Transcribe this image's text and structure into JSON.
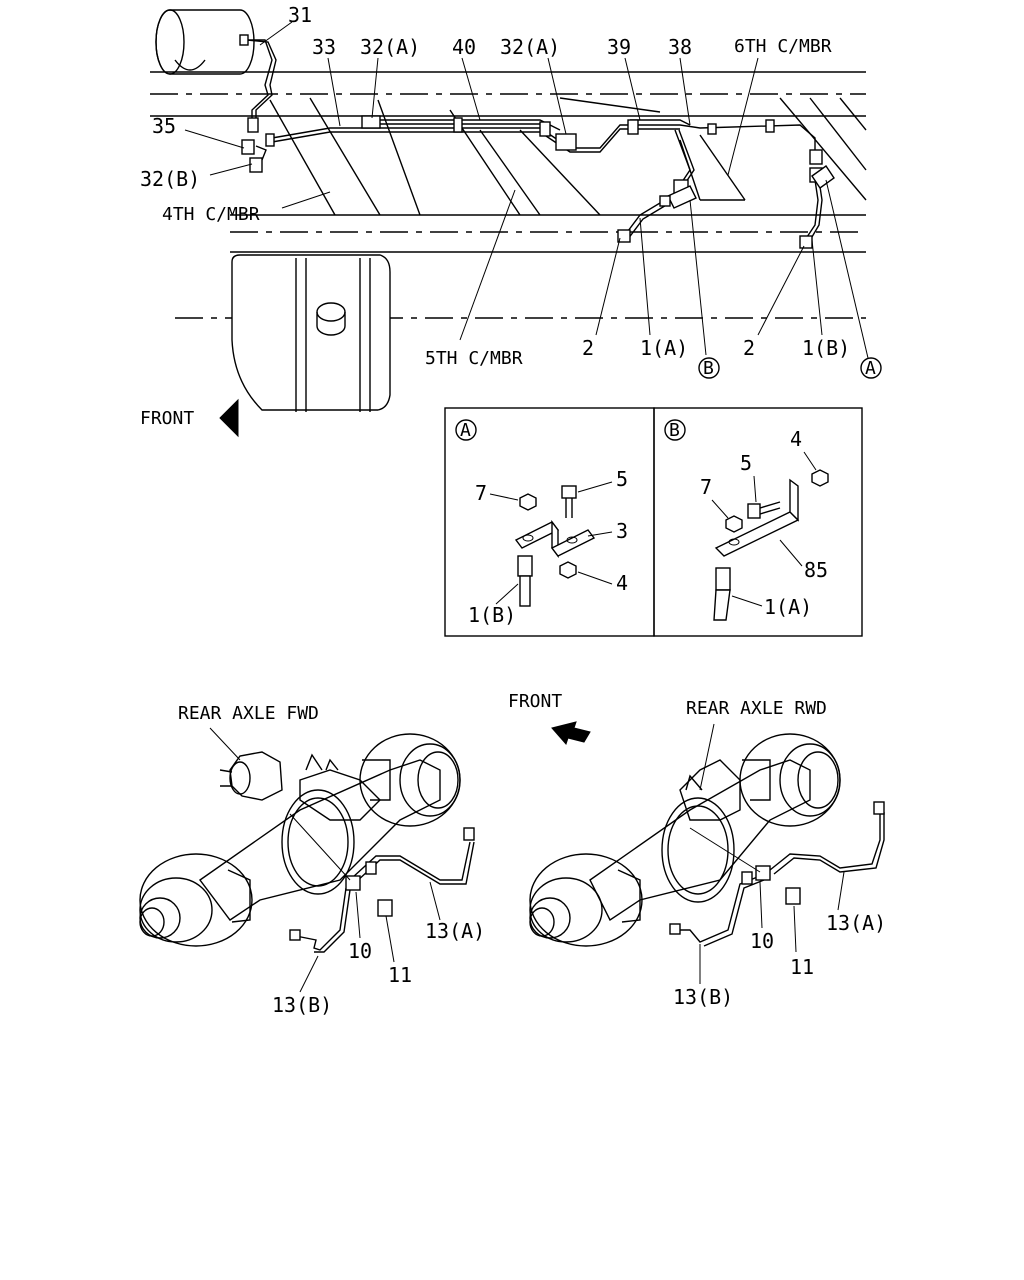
{
  "frame_labels": {
    "c4": "4TH C/MBR",
    "c5": "5TH C/MBR",
    "c6": "6TH C/MBR",
    "front_top": "FRONT",
    "front_bottom": "FRONT",
    "axle_fwd": "REAR AXLE FWD",
    "axle_rwd": "REAR AXLE RWD"
  },
  "top_callouts": {
    "p31": "31",
    "p33": "33",
    "p32a_1": "32(A)",
    "p40": "40",
    "p32a_2": "32(A)",
    "p39": "39",
    "p38": "38",
    "p35": "35",
    "p32b": "32(B)",
    "p2_l": "2",
    "p1a": "1(A)",
    "p2_r": "2",
    "p1b": "1(B)"
  },
  "refs": {
    "b_top": "B",
    "a_top": "A",
    "a_box": "A",
    "b_box": "B"
  },
  "detail_a": {
    "p7": "7",
    "p5": "5",
    "p3": "3",
    "p4": "4",
    "p1b": "1(B)"
  },
  "detail_b": {
    "p4": "4",
    "p5": "5",
    "p7": "7",
    "p85": "85",
    "p1a": "1(A)"
  },
  "axle_fwd_callouts": {
    "p13a": "13(A)",
    "p10": "10",
    "p11": "11",
    "p13b": "13(B)"
  },
  "axle_rwd_callouts": {
    "p13a": "13(A)",
    "p10": "10",
    "p11": "11",
    "p13b": "13(B)"
  }
}
